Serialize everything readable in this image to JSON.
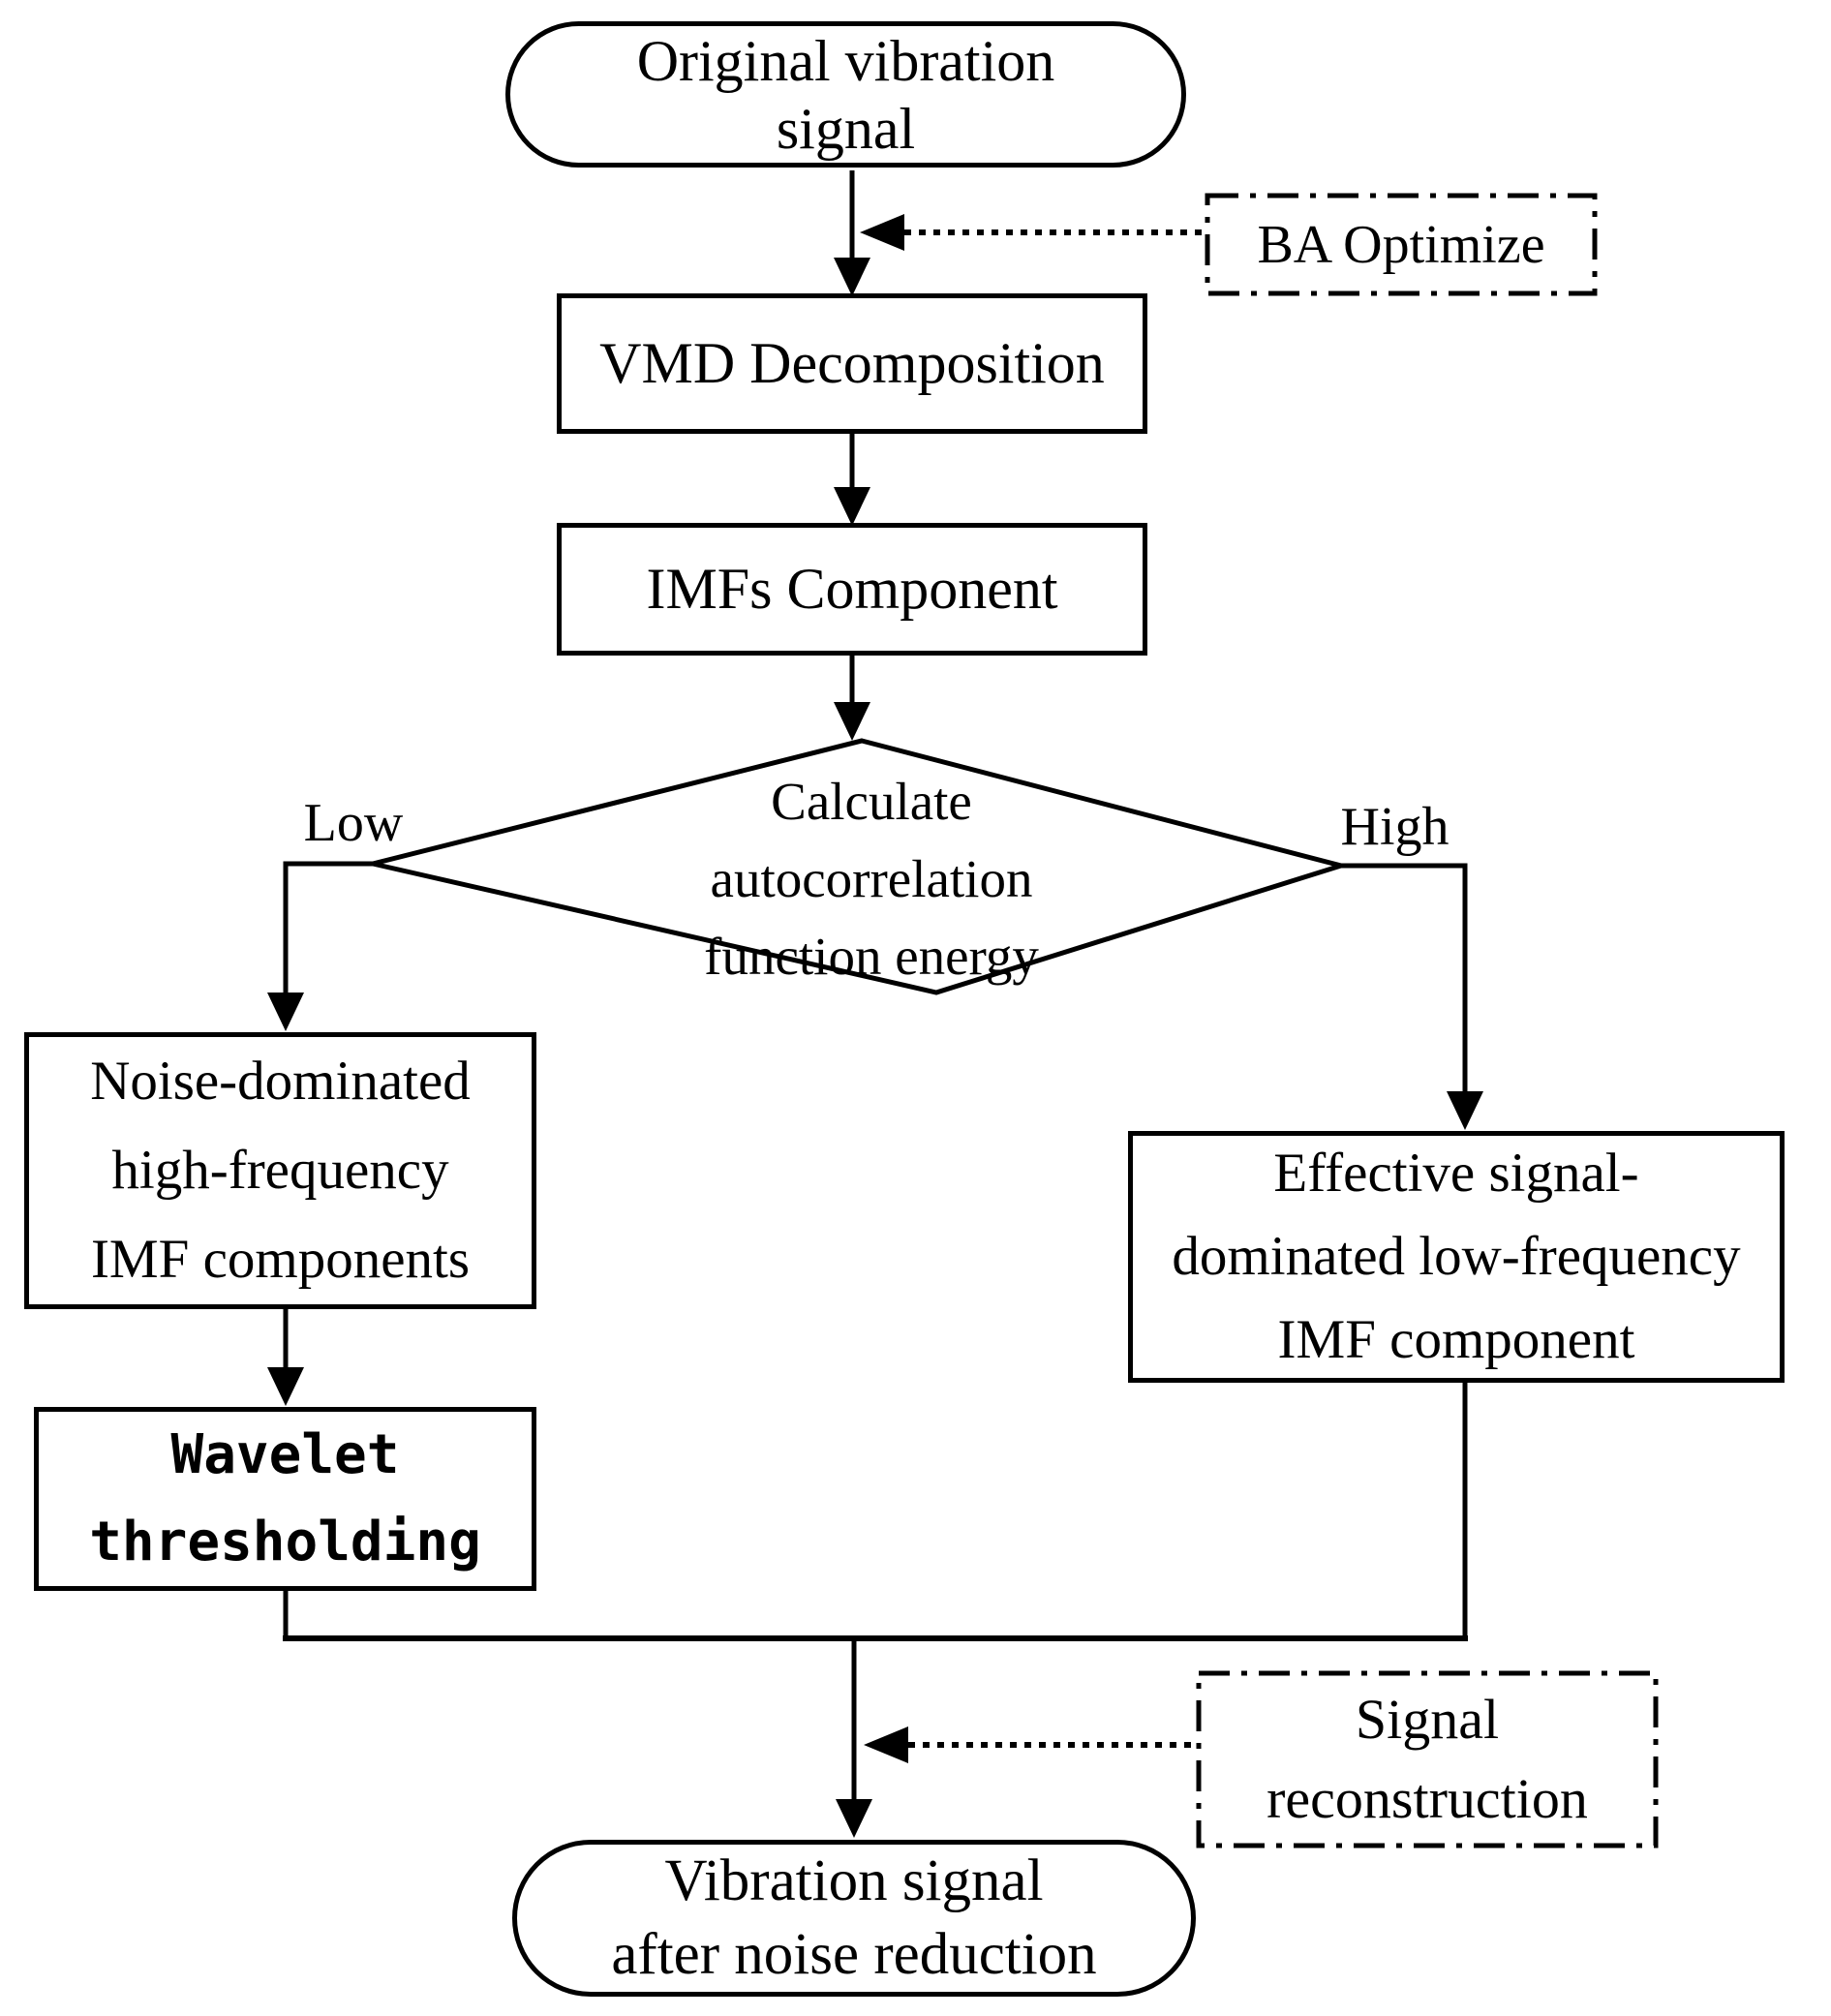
{
  "diagram_type": "flowchart",
  "colors": {
    "stroke": "#000000",
    "background": "#ffffff",
    "text": "#000000"
  },
  "nodes": {
    "original_signal": {
      "shape": "terminator",
      "lines": [
        "Original vibration",
        "signal"
      ]
    },
    "ba_optimize": {
      "shape": "dash-dot-box",
      "label": "BA Optimize"
    },
    "vmd": {
      "shape": "process",
      "label": "VMD Decomposition"
    },
    "imfs": {
      "shape": "process",
      "label": "IMFs Component"
    },
    "decision": {
      "shape": "diamond",
      "lines": [
        "Calculate",
        "autocorrelation",
        "function energy"
      ]
    },
    "noise": {
      "shape": "process",
      "lines": [
        "Noise-dominated",
        "high-frequency",
        "IMF components"
      ]
    },
    "wavelet": {
      "shape": "process",
      "lines": [
        "Wavelet",
        "thresholding"
      ]
    },
    "effective": {
      "shape": "process",
      "lines": [
        "Effective signal-",
        "dominated low-frequency",
        "IMF component"
      ]
    },
    "signal_reconstruction": {
      "shape": "dash-dot-box",
      "lines": [
        "Signal",
        "reconstruction"
      ]
    },
    "output_signal": {
      "shape": "terminator",
      "lines": [
        "Vibration signal",
        "after noise reduction"
      ]
    }
  },
  "branch_labels": {
    "low": "Low",
    "high": "High"
  },
  "edges": [
    "original_signal -> vmd",
    "ba_optimize -> (original_signal->vmd arrow) [dotted]",
    "vmd -> imfs",
    "imfs -> decision",
    "decision -Low-> noise",
    "noise -> wavelet",
    "decision -High-> effective",
    "wavelet + effective -> merge",
    "merge -> output_signal",
    "signal_reconstruction -> (merge->output_signal arrow) [dotted]"
  ]
}
